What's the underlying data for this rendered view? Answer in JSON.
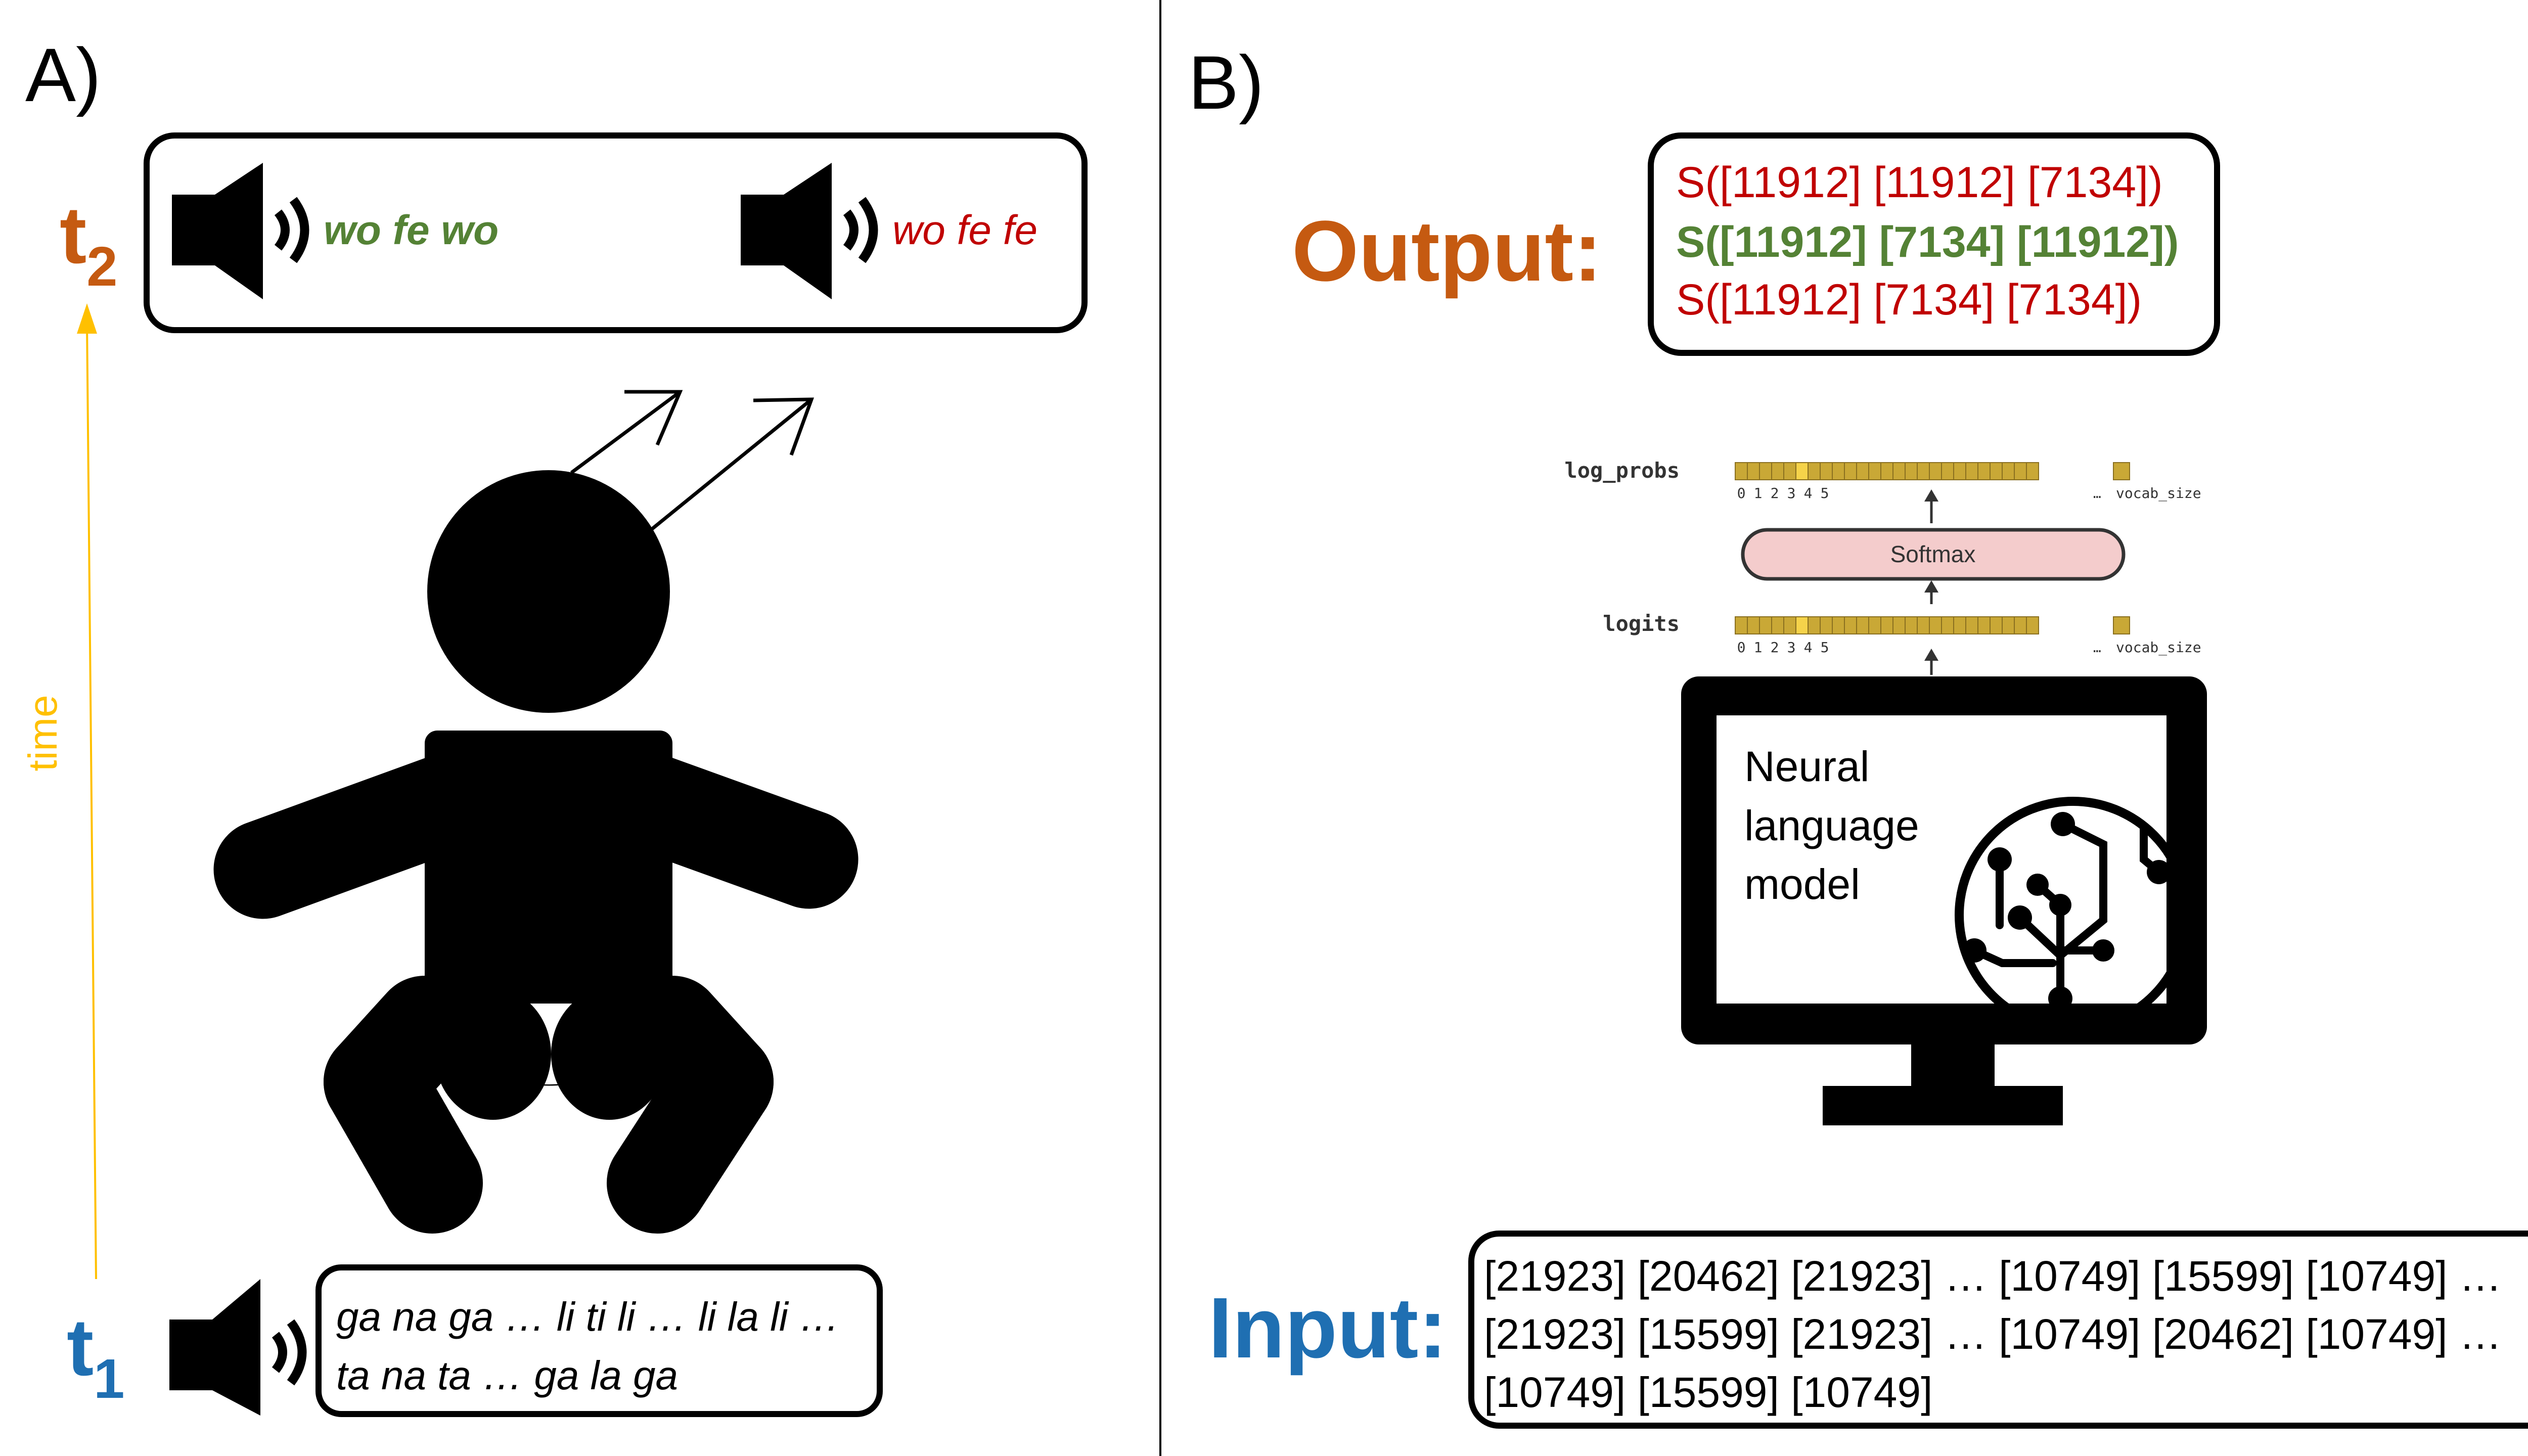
{
  "panel_a": {
    "label": "A)",
    "t2_letter": "t",
    "t2_sub": "2",
    "t1_letter": "t",
    "t1_sub": "1",
    "time_label": "time",
    "output_grammatical": "wo fe wo",
    "output_ungrammatical": "wo fe fe",
    "input_line1": "ga na ga … li ti li … li la li …",
    "input_line2": "ta na ta … ga la ga"
  },
  "panel_b": {
    "label": "B)",
    "output_label": "Output:",
    "input_label": "Input:",
    "output_lines": [
      "S([11912] [11912] [7134])",
      "S([11912] [7134] [11912])",
      "S([11912] [7134] [7134])"
    ],
    "log_probs_label": "log_probs",
    "logits_label": "logits",
    "softmax_label": "Softmax",
    "index_labels": [
      "0",
      "1",
      "2",
      "3",
      "4",
      "5"
    ],
    "ellipsis": "…",
    "vocab_size_label": "vocab_size",
    "monitor_lines": [
      "Neural",
      "language",
      "model"
    ],
    "input_lines": [
      "[21923] [20462] [21923] … [10749] [15599] [10749] …",
      "[21923] [15599] [21923] … [10749] [20462] [10749] …",
      "[10749] [15599] [10749]"
    ]
  },
  "colors": {
    "orange": "#c55a11",
    "blue": "#1f6fb2",
    "green": "#548235",
    "red": "#c00000",
    "time_axis": "#ffc000",
    "bar_fill": "#c9a836",
    "bar_highlight": "#f5d34a",
    "softmax_fill": "#f4cccc"
  }
}
